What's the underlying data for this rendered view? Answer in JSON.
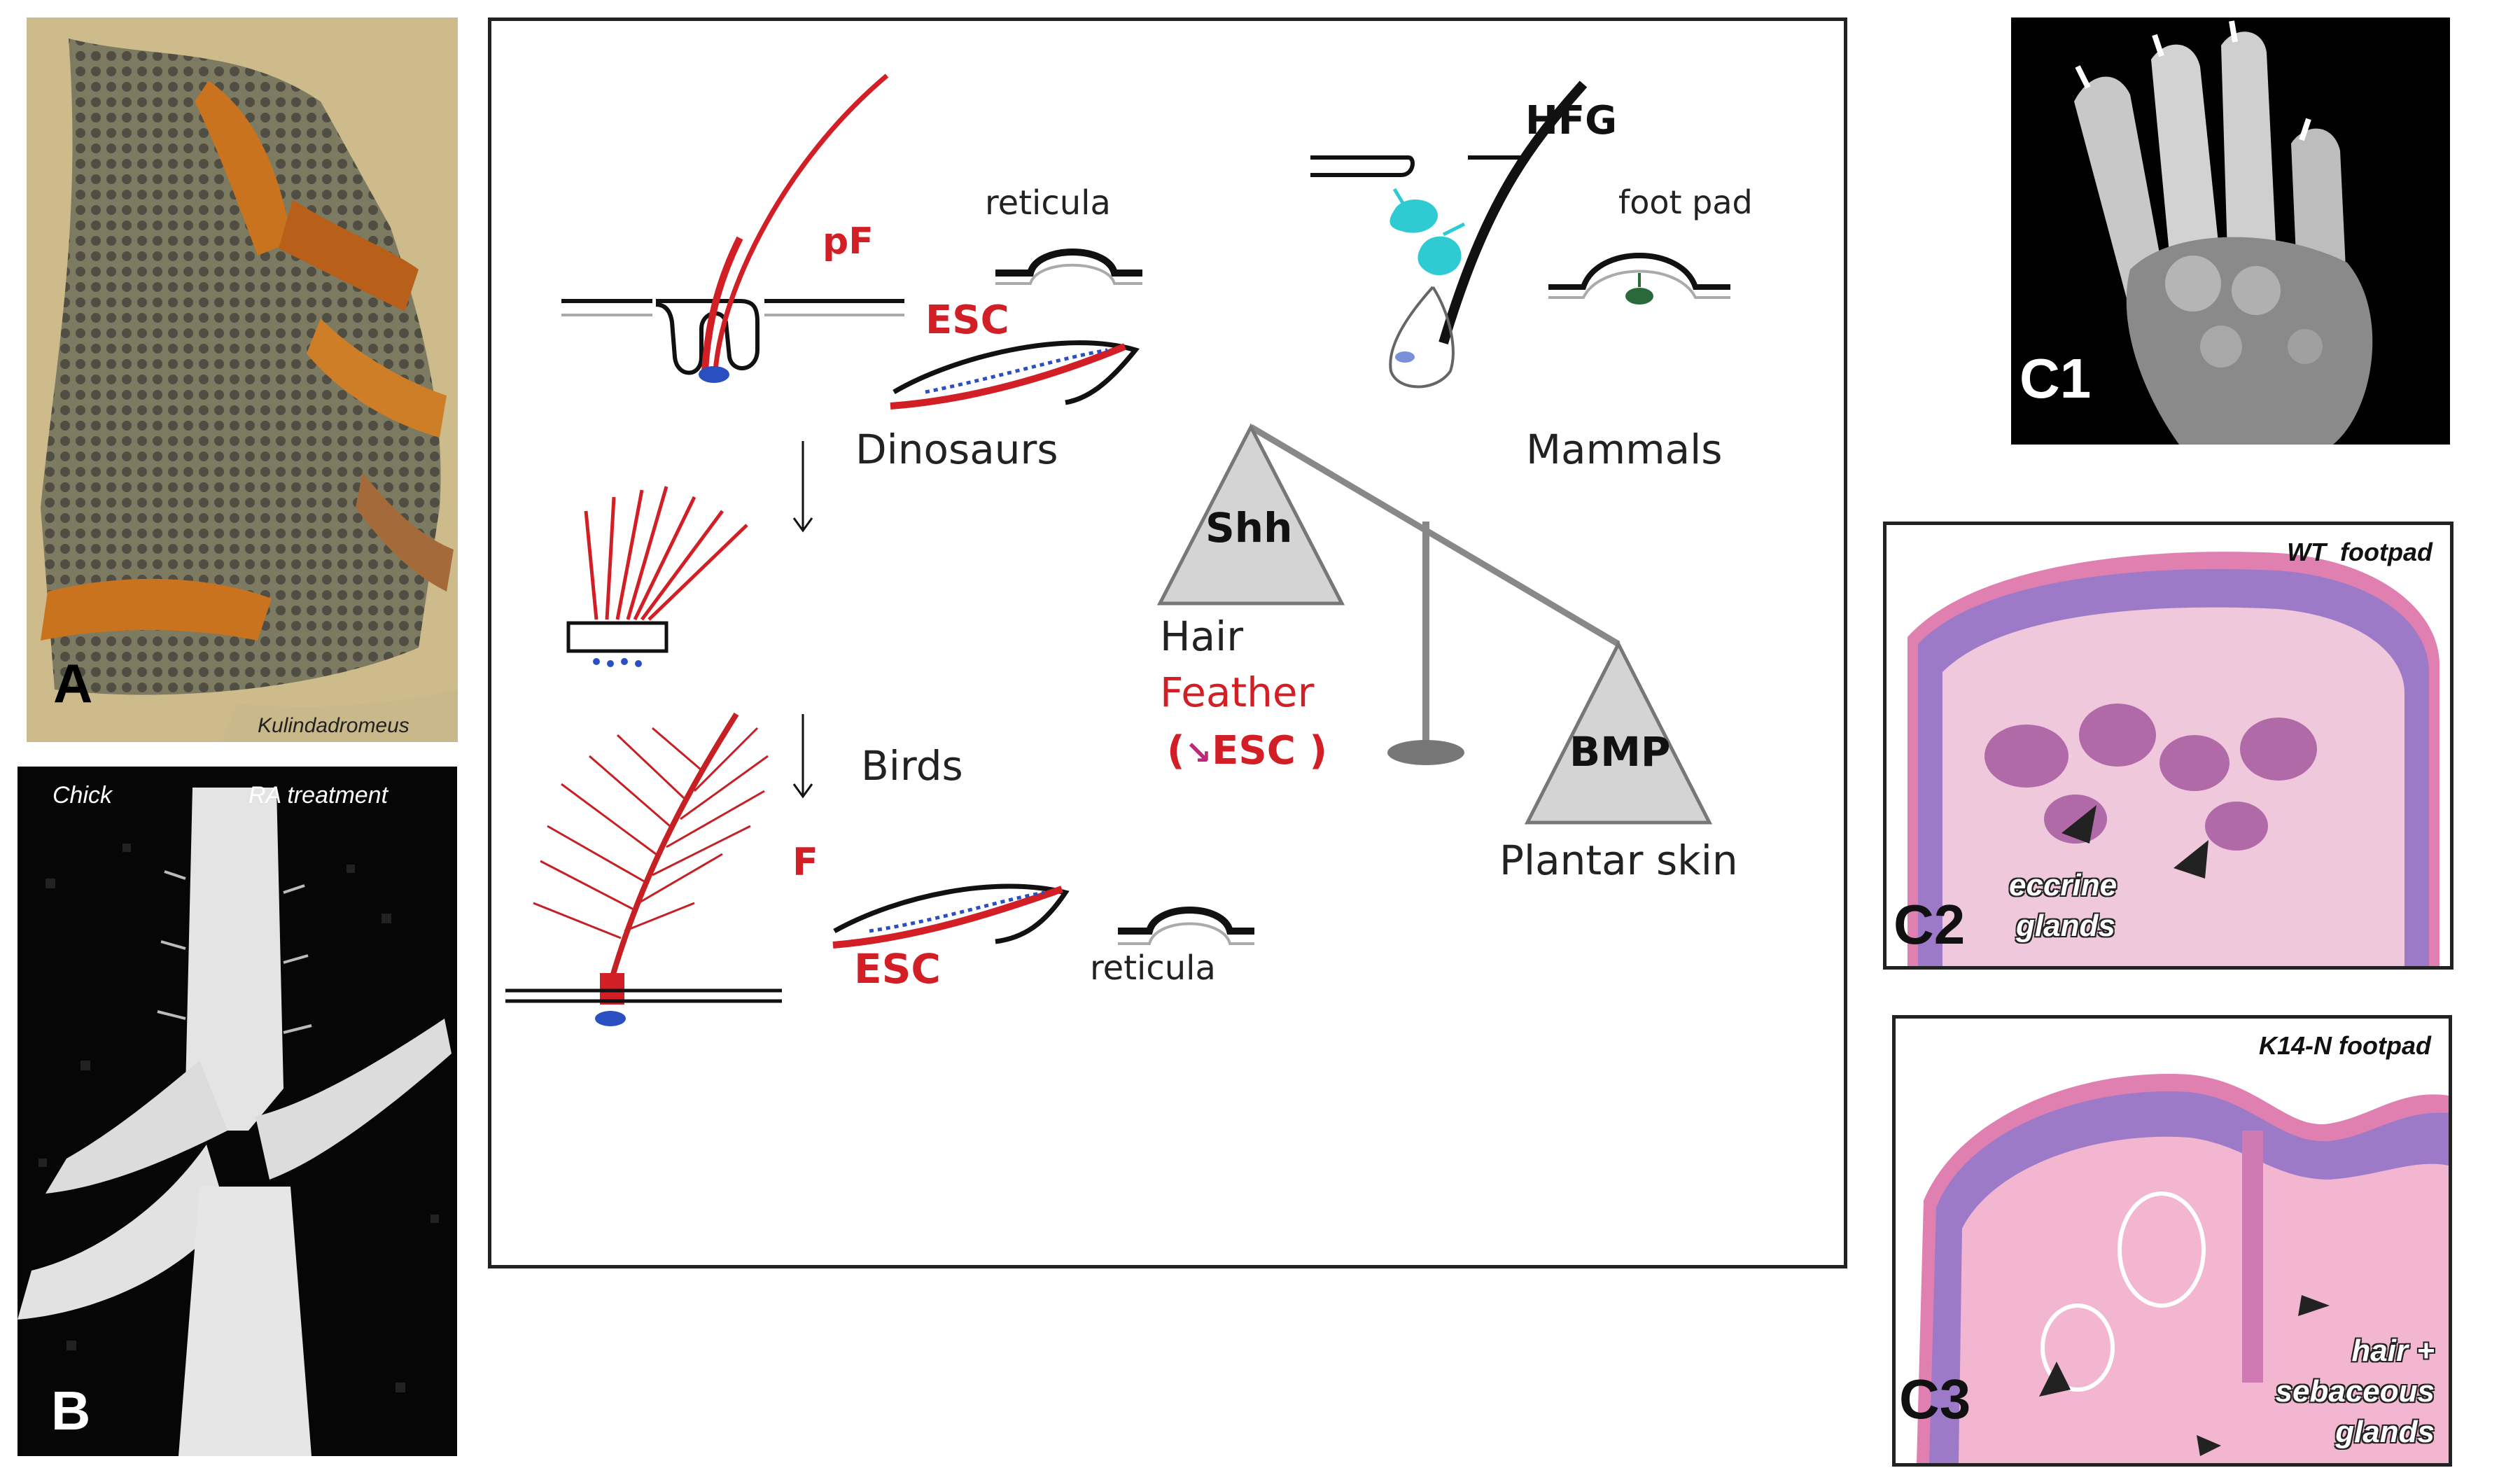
{
  "panel_a": {
    "letter": "A",
    "caption": "Kulindadromeus"
  },
  "panel_b": {
    "letter": "B",
    "left_caption": "Chick",
    "right_caption": "RA treatment"
  },
  "panel_c1": {
    "letter": "C1"
  },
  "panel_c2": {
    "letter": "C2",
    "title": "WT  footpad",
    "annotation_line1": "eccrine",
    "annotation_line2": "glands"
  },
  "panel_c3": {
    "letter": "C3",
    "title": "K14-N footpad",
    "annotation_line1": "hair +",
    "annotation_line2": "sebaceous",
    "annotation_line3": "glands"
  },
  "diagram": {
    "pF": "pF",
    "reticula_top": "reticula",
    "esc_top": "ESC",
    "dinosaurs": "Dinosaurs",
    "birds": "Birds",
    "f": "F",
    "esc_bottom": "ESC",
    "reticula_bottom": "reticula",
    "hfg": "HFG",
    "foot_pad": "foot pad",
    "mammals": "Mammals",
    "shh": "Shh",
    "bmp": "BMP",
    "hair": "Hair",
    "feather": "Feather",
    "esc_paren_open": "(",
    "esc_arrow": "↘",
    "esc_mid": "ESC",
    "esc_paren_close": ")",
    "plantar_skin": "Plantar skin"
  },
  "colors": {
    "red": "#d21f26",
    "gray": "#888888",
    "triangle_fill": "#d4d4d4",
    "cyan": "#2ecbd2",
    "dark_green": "#2a6a3a",
    "blue_dots": "#2a4fc0",
    "histo_pink": "#e8a4c8",
    "histo_purple": "#9d7ac8"
  }
}
